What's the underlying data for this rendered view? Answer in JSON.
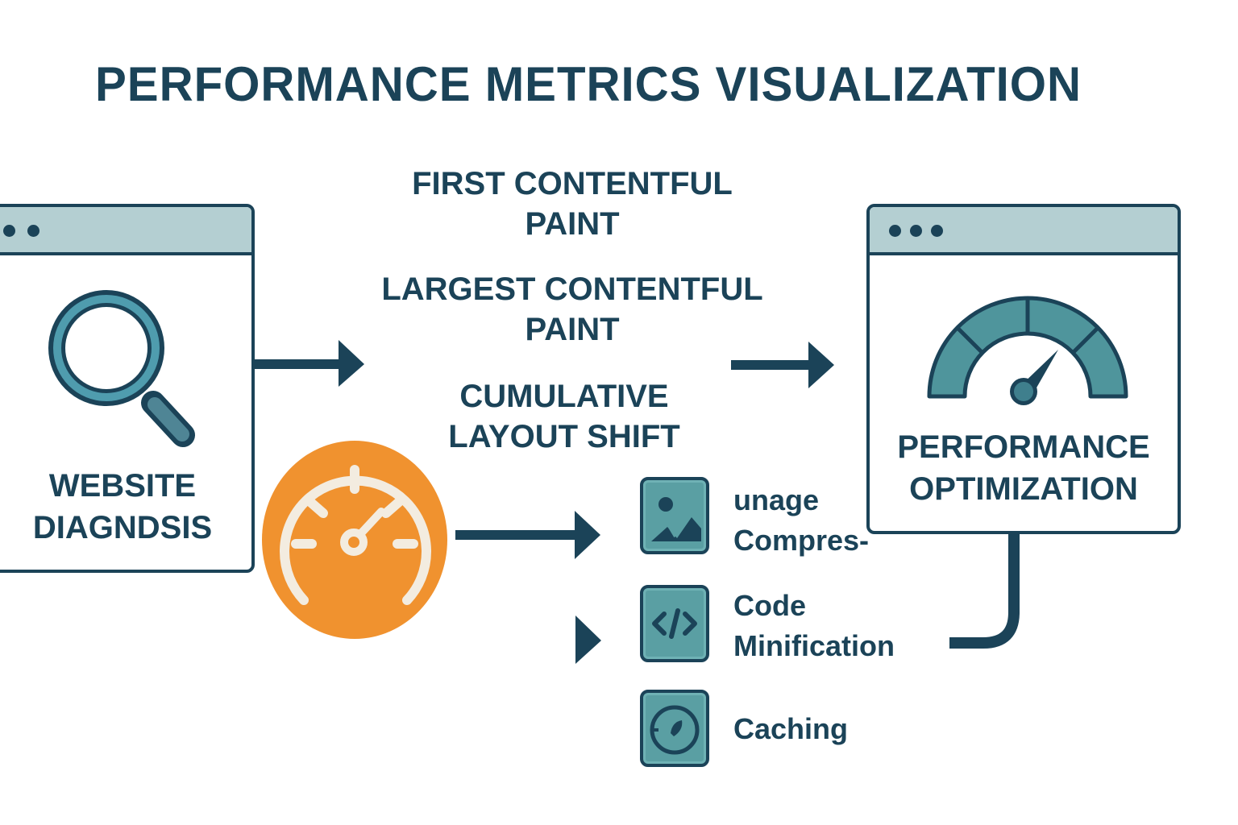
{
  "title": "PERFORMANCE METRICS VISUALIZATION",
  "colors": {
    "primary": "#1b4358",
    "teal": "#4f959c",
    "window_bar": "#b4cfd2",
    "orange": "#f0922f",
    "white": "#ffffff"
  },
  "left_panel": {
    "icon": "magnifier-icon",
    "label_lines": [
      "WEBSITE",
      "DIAGNDSIS"
    ],
    "window_dots": 2
  },
  "metrics": [
    {
      "lines": [
        "FIRST CONTENTFUL",
        "PAINT"
      ]
    },
    {
      "lines": [
        "LARGEST CONTENTFUL",
        "PAINT"
      ]
    },
    {
      "lines": [
        "CUMULATIVE",
        "LAYOUT SHIFT"
      ]
    }
  ],
  "speed_badge": {
    "icon": "speedometer-icon"
  },
  "right_panel": {
    "icon": "gauge-icon",
    "label_lines": [
      "PERFORMANCE",
      "OPTIMIZATION"
    ],
    "window_dots": 3
  },
  "techniques": [
    {
      "icon": "image-icon",
      "lines": [
        "unage",
        "Compres-"
      ]
    },
    {
      "icon": "code-icon",
      "lines": [
        "Code",
        "Minification"
      ]
    },
    {
      "icon": "clock-icon",
      "lines": [
        "Caching"
      ]
    }
  ]
}
